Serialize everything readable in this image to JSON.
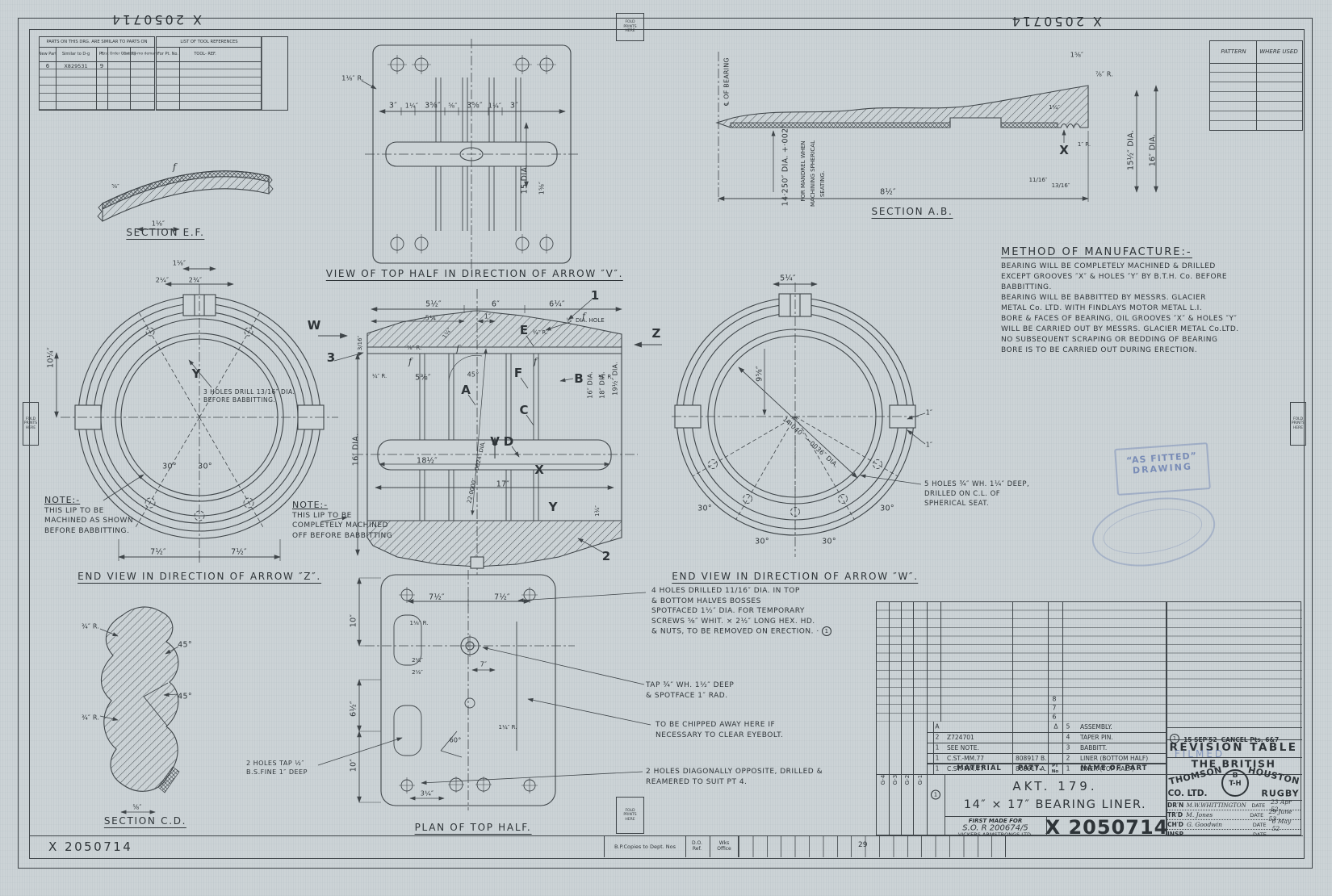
{
  "sheet": {
    "number": "X 2050714"
  },
  "fold": {
    "l1": "FOLD",
    "l2": "PRINTS",
    "l3": "HERE"
  },
  "tables": {
    "similar": {
      "title": "PARTS ON THIS DRG. ARE SIMILAR TO PARTS ON",
      "h1": "New Part",
      "h2": "Similar to D-g",
      "h3": "Pt.",
      "h4": "First Order Quantity",
      "h5": "Est. 12-mo demand",
      "r1c1": "6",
      "r1c2": "X829531",
      "r1c3": "9"
    },
    "tools": {
      "title": "LIST OF TOOL REFERENCES",
      "h1": "For Pt. No.",
      "h2": "TOOL- REF."
    },
    "pattern": {
      "h1": "PATTERN",
      "h2": "WHERE USED"
    }
  },
  "method": {
    "title": "METHOD OF MANUFACTURE:-",
    "lines": [
      "BEARING WILL BE COMPLETELY MACHINED & DRILLED",
      "EXCEPT GROOVES ″X″ & HOLES ″Y″ BY B.T.H. Co. BEFORE",
      "BABBITTING.",
      "BEARING WILL BE BABBITTED BY MESSRS. GLACIER",
      "METAL Co. LTD. WITH FINDLAYS MOTOR METAL L.I.",
      "BORE & FACES OF BEARING, OIL GROOVES ″X″ & HOLES ″Y″",
      "WILL BE CARRIED OUT BY MESSRS. GLACIER METAL Co.LTD.",
      "NO SUBSEQUENT SCRAPING OR BEDDING OF BEARING",
      "BORE IS TO BE CARRIED OUT DURING ERECTION."
    ]
  },
  "notes": {
    "lip_z": {
      "t": "NOTE:-",
      "l1": "THIS LIP TO BE",
      "l2": "MACHINED AS SHOWN",
      "l3": "BEFORE BABBITTING."
    },
    "lip_c": {
      "t": "NOTE:-",
      "l1": "THIS LIP TO BE",
      "l2": "COMPLETELY MACHINED",
      "l3": "OFF BEFORE BABBITTING"
    },
    "holes3": {
      "l1": "3 HOLES DRILL 13/16″ DIA.",
      "l2": "BEFORE BABBITTING."
    },
    "holes5": {
      "l1": "5 HOLES ¾″ WH. 1¼″ DEEP,",
      "l2": "DRILLED ON C.L. OF",
      "l3": "SPHERICAL SEAT."
    },
    "holes4": {
      "l1": "4 HOLES DRILLED 11/16″ DIA. IN TOP",
      "l2": "& BOTTOM HALVES BOSSES",
      "l3": "SPOTFACED 1½″ DIA. FOR TEMPORARY",
      "l4": "SCREWS ⅝″ WHIT. × 2½″ LONG HEX. HD.",
      "l5": "& NUTS, TO BE REMOVED ON ERECTION. ·",
      "mark": "1"
    },
    "tap": {
      "l1": "TAP ¾″ WH. 1½″ DEEP",
      "l2": "& SPOTFACE 1″ RAD."
    },
    "chip": {
      "l1": "TO BE CHIPPED AWAY HERE IF",
      "l2": "NECESSARY TO CLEAR EYEBOLT."
    },
    "holes2": {
      "l1": "2 HOLES DIAGONALLY OPPOSITE, DRILLED &",
      "l2": "REAMERED TO SUIT PT 4."
    },
    "tap2": {
      "l1": "2 HOLES TAP ½″",
      "l2": "B.S.FINE 1″ DEEP"
    }
  },
  "parts_list": {
    "h_material": "MATERIAL",
    "h_patt": "PATT.",
    "h_pt1": "PT",
    "h_pt2": "No",
    "h_name": "NAME OF PART",
    "upper": {
      "p8": "8",
      "p7": "7",
      "p6": "6"
    },
    "rows": [
      {
        "qty": "A",
        "mat": "",
        "patt": "Δ",
        "pt": "5",
        "name": "ASSEMBLY."
      },
      {
        "qty": "2",
        "mat": "Z724701",
        "patt": "",
        "pt": "4",
        "name": "TAPER PIN."
      },
      {
        "qty": "1",
        "mat": "SEE NOTE.",
        "patt": "",
        "pt": "3",
        "name": "BABBITT."
      },
      {
        "qty": "1",
        "mat": "C.ST.-MM.77",
        "patt": "808917 B.",
        "pt": "2",
        "name": "LINER (BOTTOM HALF)"
      },
      {
        "qty": "1",
        "mat": "C.ST.-MM.77",
        "patt": "808917 A.",
        "pt": "1",
        "name": "LINER (TOP HALF)"
      }
    ]
  },
  "revision": {
    "ref": "1",
    "date": "15 SEP′52",
    "action": "CANCEL Pts. 6&7",
    "title": "REVISION TABLE",
    "stamp": "FILMED"
  },
  "company": {
    "l1": "THE BRITISH",
    "l2a": "THOMSON",
    "l2b": "HOUSTON",
    "l3a": "CO. LTD.",
    "l3b": "RUGBY",
    "logo_top": "B",
    "logo_bot": "T-H"
  },
  "signoff": {
    "date_label": "DATE",
    "rows": [
      {
        "k": "DR′N",
        "v": "M.W.WHITTINGTON",
        "d": "23 Apr 52"
      },
      {
        "k": "TR′D",
        "v": "M. Jones",
        "d": "29 June 53"
      },
      {
        "k": "CH′D",
        "v": "G. Goodwin",
        "d": "6 May 52"
      },
      {
        "k": "INSP",
        "v": "",
        "d": ""
      }
    ]
  },
  "titleblock": {
    "l1": "AKT.  179.",
    "l2": "14″ × 17″ BEARING LINER.",
    "fmf": "FIRST MADE FOR",
    "so": "S.O.  R 200674/5",
    "for_co": "VICKERS ARMSTRONGS LTD.",
    "number": "X 2050714",
    "g4": "G-4",
    "g3": "G-3",
    "g2": "G-2",
    "g1": "G-1",
    "gmark": "1"
  },
  "footer": {
    "bp": "B.P.Copies to Dept. Nos",
    "do1": "D.O.",
    "do2": "Ref.",
    "w1": "Wks",
    "w2": "Office",
    "cell": "29"
  },
  "stamps": {
    "fitted1": "“AS FITTED”",
    "fitted2": "DRAWING"
  },
  "annotations": [
    [
      "VIEW OF TOP HALF IN DIRECTION OF ARROW ″V″.",
      588,
      340,
      0,
      "t"
    ],
    [
      "SECTION E.F.",
      205,
      289,
      0,
      "t"
    ],
    [
      "SECTION A.B.",
      1130,
      263,
      0,
      "t"
    ],
    [
      "END VIEW IN DIRECTION OF ARROW ″Z″.",
      247,
      715,
      0,
      "t"
    ],
    [
      "END VIEW IN DIRECTION OF ARROW ″W″.",
      985,
      715,
      0,
      "t"
    ],
    [
      "PLAN OF TOP HALF.",
      586,
      1026,
      0,
      "t"
    ],
    [
      "SECTION C.D.",
      180,
      1018,
      0,
      "t"
    ],
    [
      "1⅛″",
      222,
      326,
      0,
      "s"
    ],
    [
      "2¼″",
      201,
      347,
      0,
      "s"
    ],
    [
      "2¾″",
      242,
      347,
      0,
      "s"
    ],
    [
      "10¼″",
      63,
      443,
      -90,
      "d"
    ],
    [
      "Y",
      243,
      463,
      0,
      "b"
    ],
    [
      "30°",
      210,
      578,
      0,
      "d"
    ],
    [
      "30°",
      254,
      578,
      0,
      "d"
    ],
    [
      "7½″",
      196,
      684,
      0,
      "d"
    ],
    [
      "7½″",
      296,
      684,
      0,
      "d"
    ],
    [
      "1⅛″ R.",
      437,
      97,
      0,
      "s"
    ],
    [
      "3″",
      487,
      131,
      0,
      "d"
    ],
    [
      "1¼″",
      510,
      131,
      0,
      "s"
    ],
    [
      "3⅝″",
      536,
      131,
      0,
      "d"
    ],
    [
      "⅝″",
      561,
      131,
      0,
      "s"
    ],
    [
      "3⅝″",
      588,
      131,
      0,
      "d"
    ],
    [
      "1¼″",
      613,
      131,
      0,
      "s"
    ],
    [
      "3″",
      637,
      131,
      0,
      "d"
    ],
    [
      "15 DIA.",
      650,
      222,
      -90,
      "d"
    ],
    [
      "1⅝″",
      671,
      233,
      -90,
      "s"
    ],
    [
      "⅝″",
      143,
      231,
      0,
      "s7"
    ],
    [
      "1⅛″",
      196,
      277,
      0,
      "s"
    ],
    [
      "℄ OF BEARING",
      900,
      101,
      -90,
      "s"
    ],
    [
      "14·250″ DIA. +·002″",
      973,
      205,
      -90,
      "d"
    ],
    [
      "FOR MANDREL WHEN",
      995,
      212,
      -90,
      "s7"
    ],
    [
      "MACHINING SPHERICAL",
      1007,
      215,
      -90,
      "s7"
    ],
    [
      "SEATING.",
      1019,
      228,
      -90,
      "s7"
    ],
    [
      "8½″",
      1100,
      238,
      0,
      "d"
    ],
    [
      "X",
      1318,
      186,
      0,
      "b"
    ],
    [
      "1⅝″",
      1334,
      68,
      0,
      "s"
    ],
    [
      "⅞″ R.",
      1368,
      92,
      0,
      "s"
    ],
    [
      "1¼″",
      1306,
      133,
      0,
      "s7"
    ],
    [
      "1″ R.",
      1343,
      179,
      0,
      "s7"
    ],
    [
      "11/16″",
      1286,
      223,
      0,
      "s7"
    ],
    [
      "13/16″",
      1314,
      230,
      0,
      "s7"
    ],
    [
      "15½″ DIA.",
      1401,
      186,
      -90,
      "d"
    ],
    [
      "16″ DIA.",
      1428,
      186,
      -90,
      "d"
    ],
    [
      "W",
      389,
      403,
      0,
      "b"
    ],
    [
      "Z",
      813,
      413,
      0,
      "b"
    ],
    [
      "1",
      737,
      366,
      0,
      "b"
    ],
    [
      "2",
      751,
      689,
      0,
      "b"
    ],
    [
      "3",
      410,
      443,
      0,
      "b"
    ],
    [
      "5½″",
      537,
      377,
      0,
      "d"
    ],
    [
      "6″",
      614,
      377,
      0,
      "d"
    ],
    [
      "6¼″",
      690,
      377,
      0,
      "d"
    ],
    [
      "5¼″",
      535,
      394,
      0,
      "s"
    ],
    [
      "1″",
      604,
      392,
      0,
      "s"
    ],
    [
      "½″ DIA. HOLE",
      725,
      397,
      0,
      "s7"
    ],
    [
      "¾″ R.",
      669,
      412,
      0,
      "s7"
    ],
    [
      "1¼″",
      554,
      413,
      -55,
      "s7"
    ],
    [
      "⅞″ R.",
      513,
      431,
      0,
      "s7"
    ],
    [
      "45°",
      586,
      464,
      0,
      "s"
    ],
    [
      "5⅜″",
      524,
      468,
      0,
      "d"
    ],
    [
      "¼″ R.",
      470,
      466,
      0,
      "s7"
    ],
    [
      "¼″ R.",
      750,
      467,
      0,
      "s7"
    ],
    [
      "3/16″",
      446,
      425,
      -90,
      "s7"
    ],
    [
      "E",
      649,
      409,
      0,
      "b"
    ],
    [
      "F",
      642,
      462,
      0,
      "b"
    ],
    [
      "A",
      577,
      483,
      0,
      "b"
    ],
    [
      "B",
      717,
      469,
      0,
      "b"
    ],
    [
      "C",
      649,
      508,
      0,
      "b"
    ],
    [
      "D",
      630,
      547,
      0,
      "b"
    ],
    [
      "V",
      613,
      547,
      0,
      "b"
    ],
    [
      "X",
      668,
      582,
      0,
      "b"
    ],
    [
      "Y",
      685,
      628,
      0,
      "b"
    ],
    [
      "16″ DIA.",
      441,
      557,
      -90,
      "d"
    ],
    [
      "18½″",
      529,
      571,
      0,
      "d"
    ],
    [
      "17″",
      623,
      600,
      0,
      "d"
    ],
    [
      "22·0000″ −·0024″ DIA.",
      590,
      585,
      -77,
      "s7"
    ],
    [
      "16″ DIA.",
      731,
      477,
      -90,
      "s"
    ],
    [
      "18″ DIA.",
      746,
      477,
      -90,
      "s"
    ],
    [
      "19½″ DIA.",
      762,
      469,
      -90,
      "s"
    ],
    [
      "1¾″",
      740,
      633,
      -90,
      "s7"
    ],
    [
      "5¼″",
      976,
      345,
      0,
      "d"
    ],
    [
      "9⅝″",
      941,
      463,
      -90,
      "d"
    ],
    [
      "14·040″ −·0036″ DIA.",
      1004,
      548,
      42,
      "s"
    ],
    [
      "30°",
      873,
      630,
      0,
      "d"
    ],
    [
      "30°",
      944,
      671,
      0,
      "d"
    ],
    [
      "30°",
      1027,
      671,
      0,
      "d"
    ],
    [
      "30°",
      1099,
      630,
      0,
      "d"
    ],
    [
      "1″",
      1151,
      511,
      0,
      "s"
    ],
    [
      "1″",
      1151,
      551,
      0,
      "s"
    ],
    [
      "7½″",
      541,
      740,
      0,
      "d"
    ],
    [
      "7½″",
      622,
      740,
      0,
      "d"
    ],
    [
      "10″",
      438,
      769,
      -90,
      "d"
    ],
    [
      "2¼″",
      517,
      818,
      0,
      "s7"
    ],
    [
      "2⅛″",
      517,
      833,
      0,
      "s7"
    ],
    [
      "6½″",
      438,
      878,
      -90,
      "d"
    ],
    [
      "10″",
      438,
      948,
      -90,
      "d"
    ],
    [
      "7″",
      599,
      823,
      0,
      "s"
    ],
    [
      "60°",
      564,
      917,
      0,
      "s"
    ],
    [
      "1¼″ R.",
      629,
      901,
      0,
      "s7"
    ],
    [
      "1⅛″ R.",
      519,
      772,
      0,
      "s7"
    ],
    [
      "3¼″",
      529,
      983,
      0,
      "s"
    ],
    [
      "¾″ R.",
      112,
      776,
      0,
      "s"
    ],
    [
      "45°",
      229,
      799,
      0,
      "d"
    ],
    [
      "45°",
      229,
      863,
      0,
      "d"
    ],
    [
      "¾″ R.",
      112,
      889,
      0,
      "s"
    ],
    [
      "⅝″",
      170,
      1000,
      0,
      "s"
    ],
    [
      "8",
      1306,
      866,
      0,
      "s"
    ],
    [
      "7",
      1306,
      877,
      0,
      "s"
    ],
    [
      "6",
      1306,
      888,
      0,
      "s"
    ],
    [
      "f",
      508,
      448,
      0,
      "f"
    ],
    [
      "f",
      567,
      432,
      0,
      "f"
    ],
    [
      "f",
      663,
      448,
      0,
      "f"
    ],
    [
      "f",
      723,
      392,
      0,
      "f"
    ],
    [
      "f",
      216,
      207,
      0,
      "f"
    ]
  ]
}
